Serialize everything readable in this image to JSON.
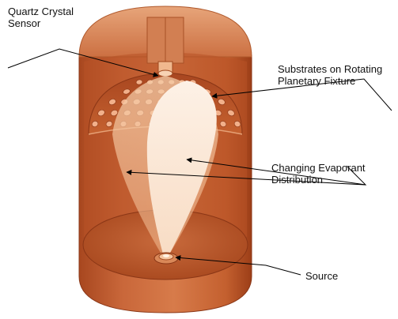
{
  "labels": {
    "quartz_sensor": [
      "Quartz Crystal",
      "Sensor"
    ],
    "substrates": [
      "Substrates on Rotating",
      "Planetary Fixture"
    ],
    "evaporant": [
      "Changing Evaporant",
      "Distribution"
    ],
    "source": "Source"
  },
  "colors": {
    "chamber_wall": "#c96a3a",
    "chamber_dark": "#9a3f1c",
    "chamber_light": "#e39b6c",
    "dome": "#b9542a",
    "substrate_hole": "#f2b08a",
    "plume": "#fbe7d6",
    "leader_line": "#000000"
  }
}
